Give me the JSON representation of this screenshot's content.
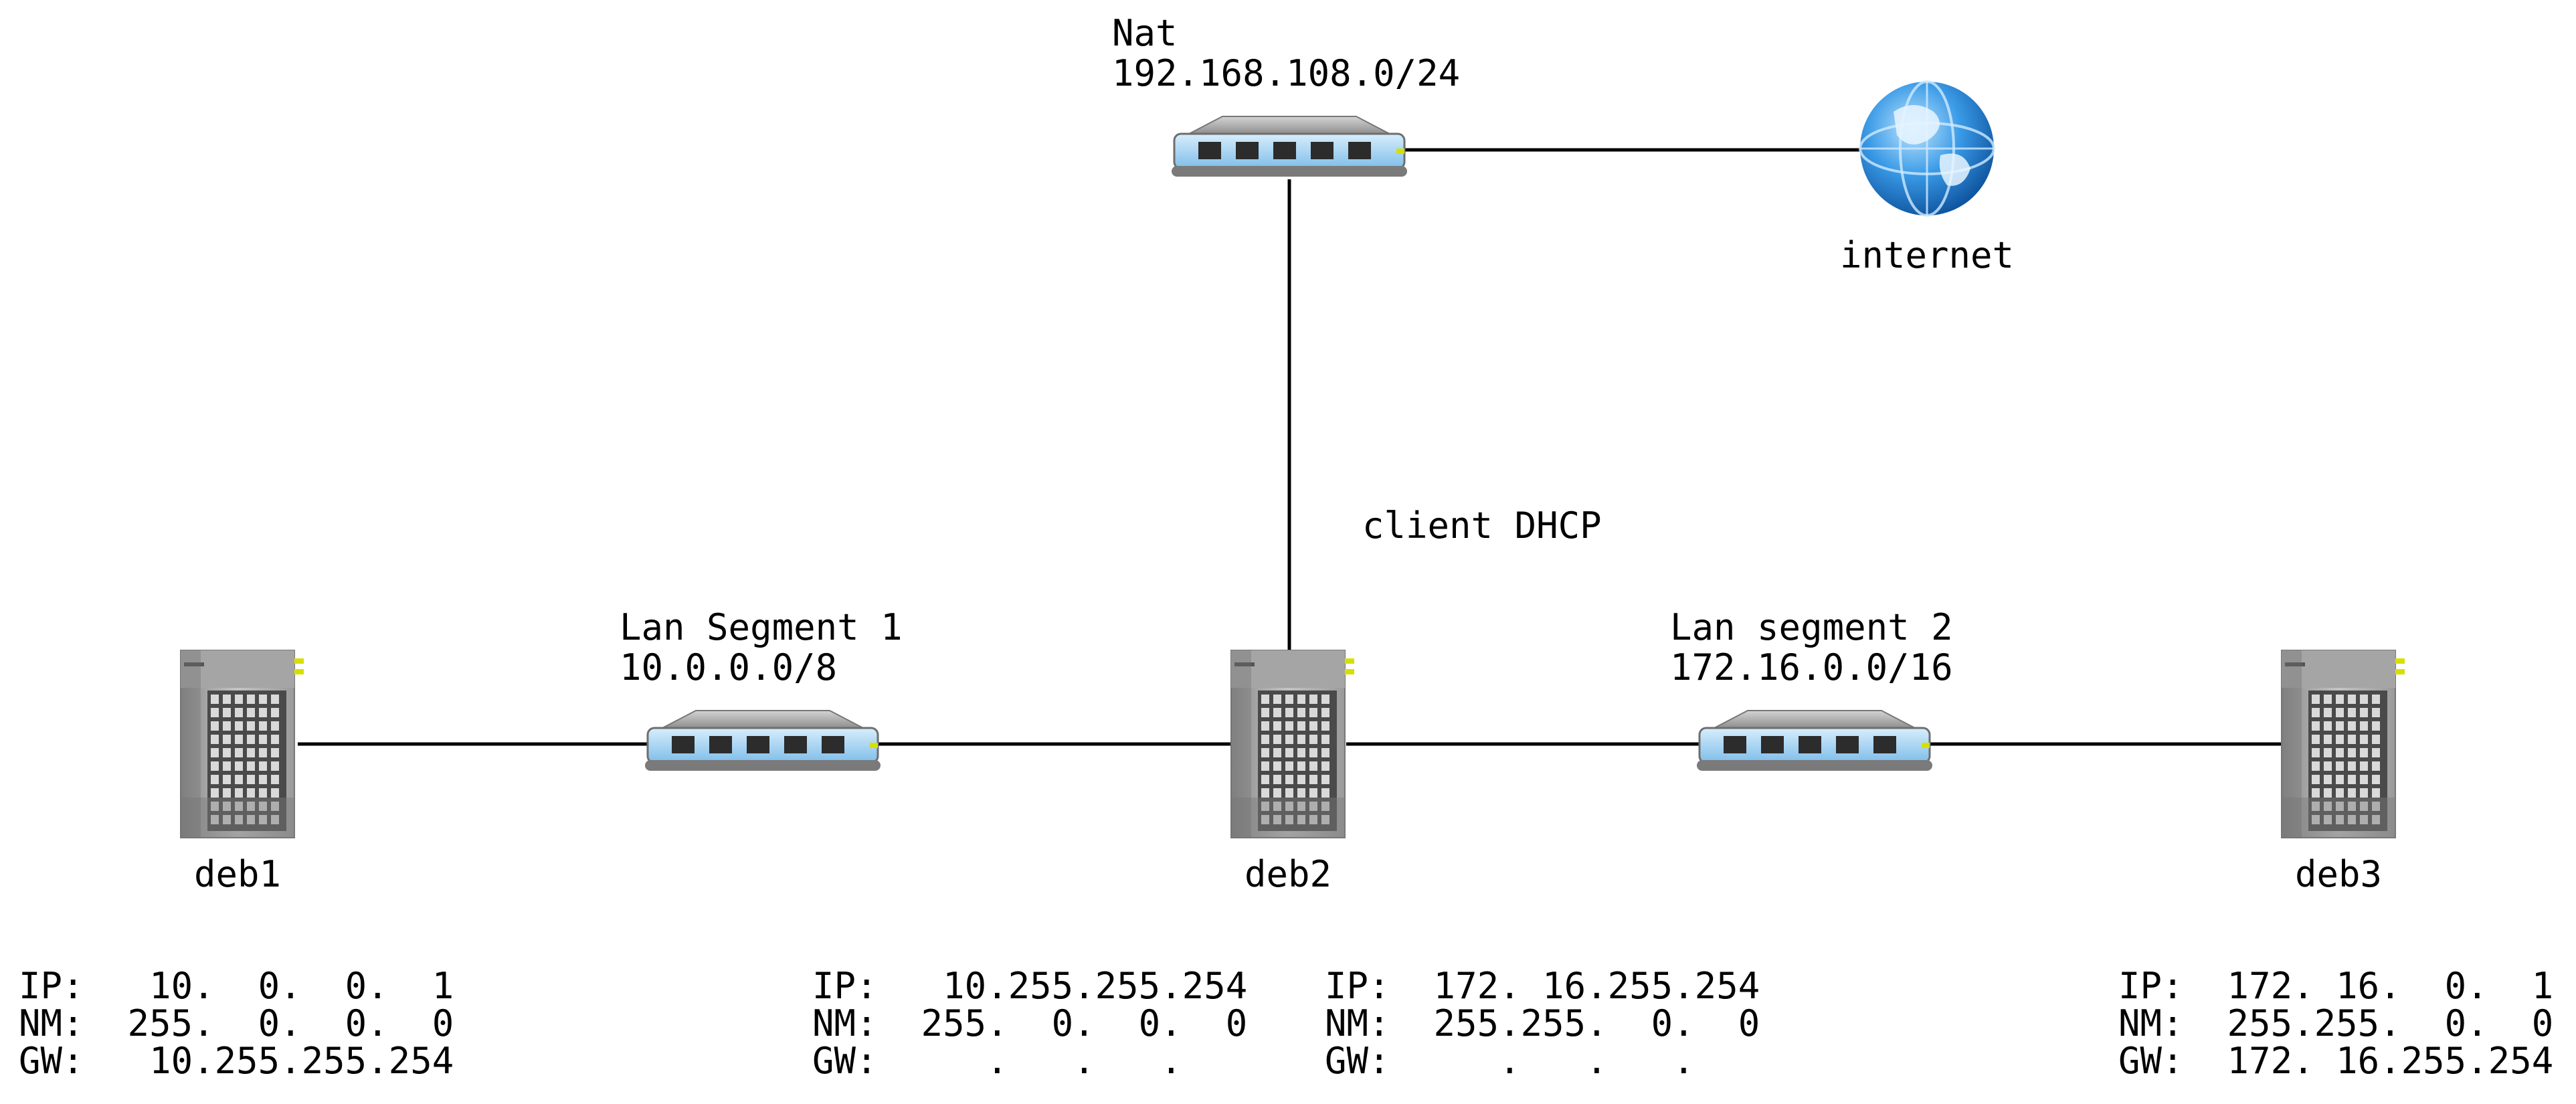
{
  "nodes": {
    "deb1": {
      "label": "deb1"
    },
    "deb2": {
      "label": "deb2"
    },
    "deb3": {
      "label": "deb3"
    },
    "internet": {
      "label": "internet"
    },
    "nat": {
      "name": "Nat",
      "subnet": "192.168.108.0/24"
    },
    "lan1": {
      "name": "Lan Segment 1",
      "subnet": "10.0.0.0/8"
    },
    "lan2": {
      "name": "Lan segment 2",
      "subnet": "172.16.0.0/16"
    }
  },
  "annotations": {
    "dhcp": "client DHCP"
  },
  "config": {
    "deb1": {
      "ip": "IP:   10.  0.  0.  1",
      "nm": "NM:  255.  0.  0.  0",
      "gw": "GW:   10.255.255.254"
    },
    "deb2_lan1": {
      "ip": "IP:   10.255.255.254",
      "nm": "NM:  255.  0.  0.  0",
      "gw": "GW:     .   .   .   "
    },
    "deb2_lan2": {
      "ip": "IP:  172. 16.255.254",
      "nm": "NM:  255.255.  0.  0",
      "gw": "GW:     .   .   .   "
    },
    "deb3": {
      "ip": "IP:  172. 16.  0.  1",
      "nm": "NM:  255.255.  0.  0",
      "gw": "GW:  172. 16.255.254"
    }
  },
  "colors": {
    "switch_body": "#9a9a9a",
    "switch_panel": "#9fd2f5",
    "server_body": "#a8a8a8",
    "led": "#d6e000",
    "globe": "#2a86d8"
  }
}
